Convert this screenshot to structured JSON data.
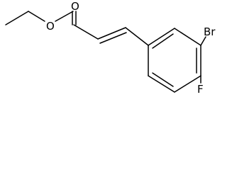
{
  "molecule": {
    "atoms": {
      "oxygen_carbonyl": "O",
      "oxygen_ester": "O",
      "bromine": "Br",
      "fluorine": "F"
    }
  }
}
